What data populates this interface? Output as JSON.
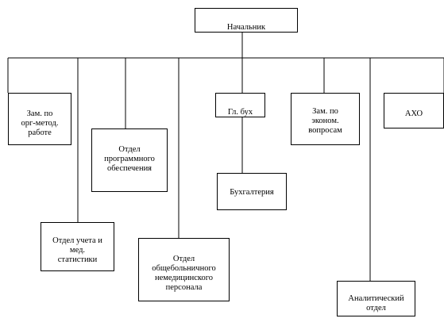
{
  "org_chart": {
    "head": "Начальник",
    "deputy_method": "Зам. по\nорг-метод.\nработе",
    "software_dept": "Отдел\nпрограммного\nобеспечения",
    "stats_dept": "Отдел учета и\nмед.\nстатистики",
    "nonmedical_dept": "Отдел\nобщебольничного\nнемедицинского\nперсонала",
    "chief_accountant": "Гл. бух",
    "accounting": "Бухгалтерия",
    "deputy_economy": "Зам. по\nэконом.\nвопросам",
    "axo": "АХО",
    "analytics_dept": "Аналитический\nотдел"
  }
}
